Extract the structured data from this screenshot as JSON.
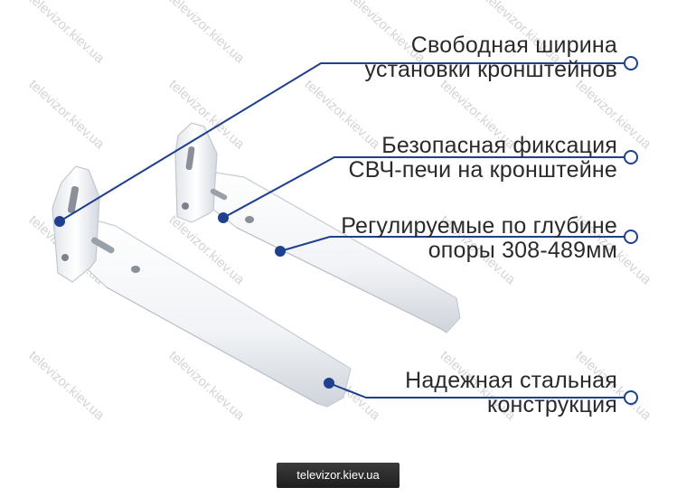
{
  "watermark": "televizor.kiev.ua",
  "callouts": [
    {
      "line1": "Свободная ширина",
      "line2": "установки кронштейнов"
    },
    {
      "line1": "Безопасная фиксация",
      "line2": "СВЧ-печи на кронштейне"
    },
    {
      "line1": "Регулируемые по глубине",
      "line2": "опоры 308-489мм"
    },
    {
      "line1": "Надежная стальная",
      "line2": "конструкция"
    }
  ],
  "footer": {
    "label": "televizor.kiev.ua"
  },
  "colors": {
    "accent": "#1f3f8f",
    "bracket": "#ffffff",
    "bracket_shade": "#d9dde3"
  }
}
